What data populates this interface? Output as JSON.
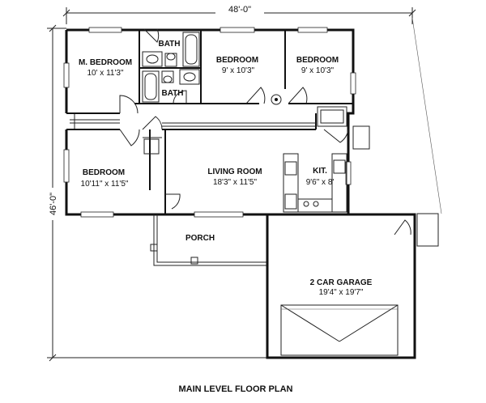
{
  "dimensions": {
    "width": "48'-0\"",
    "depth": "46'-0\""
  },
  "rooms": {
    "master_bedroom": {
      "name": "M. BEDROOM",
      "size": "10' x 11'3\""
    },
    "bath_top": {
      "name": "BATH"
    },
    "bath_bottom": {
      "name": "BATH"
    },
    "bedroom_2": {
      "name": "BEDROOM",
      "size": "9' x 10'3\""
    },
    "bedroom_3": {
      "name": "BEDROOM",
      "size": "9' x 10'3\""
    },
    "bedroom_left": {
      "name": "BEDROOM",
      "size": "10'11\" x 11'5\""
    },
    "living_room": {
      "name": "LIVING ROOM",
      "size": "18'3\" x 11'5\""
    },
    "kitchen": {
      "name": "KIT.",
      "size": "9'6\" x 8'"
    },
    "porch": {
      "name": "PORCH"
    },
    "garage": {
      "name": "2 CAR GARAGE",
      "size": "19'4\" x 19'7\""
    }
  },
  "title": "MAIN LEVEL FLOOR PLAN"
}
